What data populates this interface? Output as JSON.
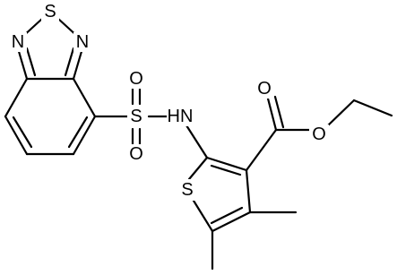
{
  "diagram": {
    "type": "chemical-structure",
    "colors": {
      "bond": "#000000",
      "label": "#000000",
      "background": "#ffffff"
    },
    "atoms": {
      "s_thiadiazole": "S",
      "n_left": "N",
      "n_right": "N",
      "s_sulfonyl": "S",
      "o_sulfonyl_top": "O",
      "o_sulfonyl_bottom": "O",
      "nh": "HN",
      "s_thiophene": "S",
      "o_carbonyl": "O",
      "o_ester": "O"
    }
  }
}
